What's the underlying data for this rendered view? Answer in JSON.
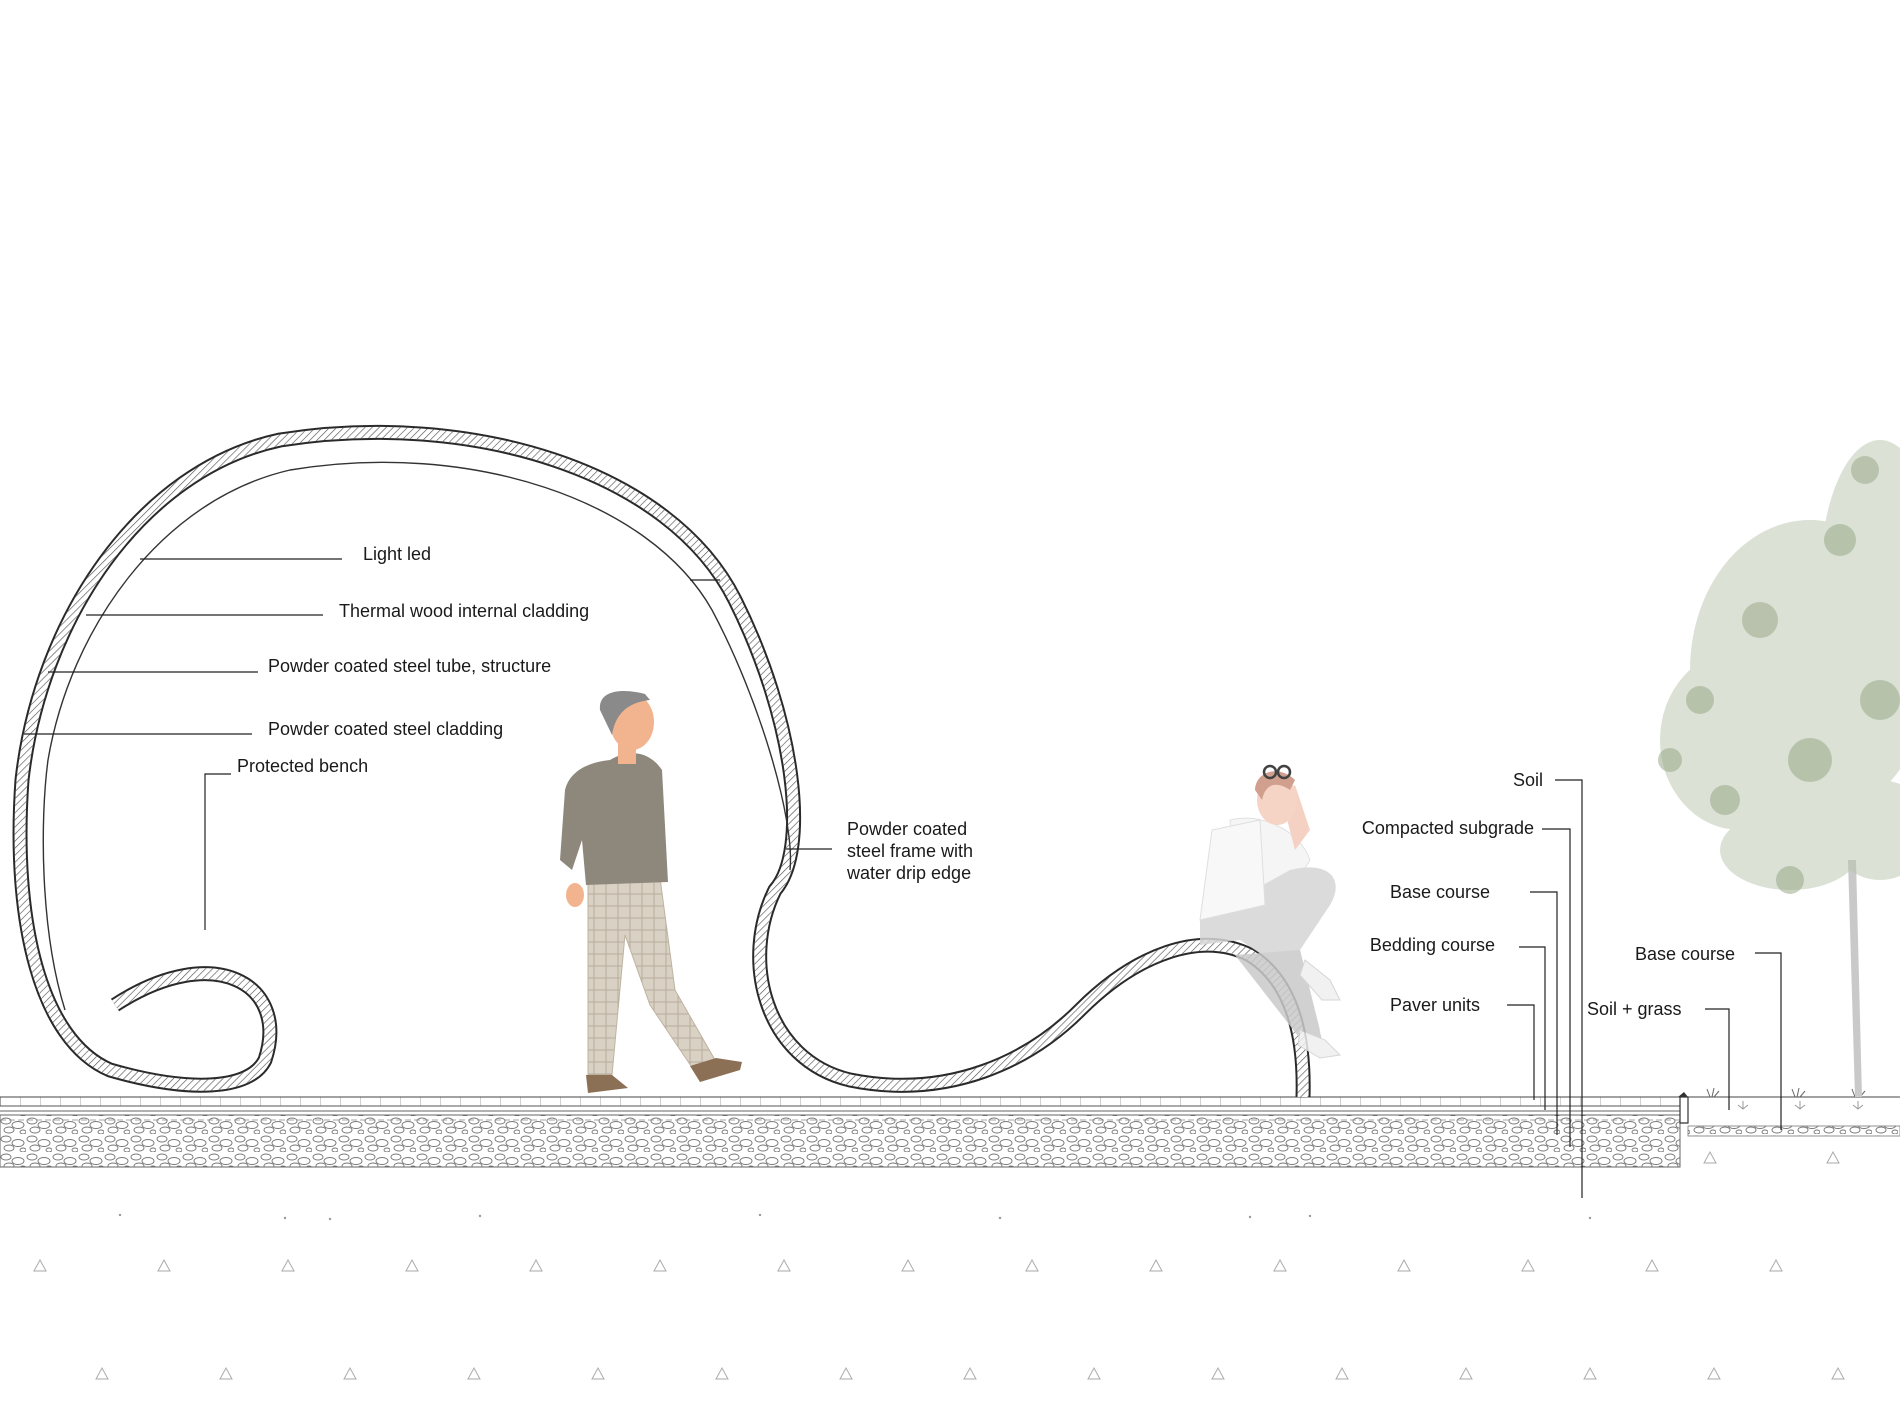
{
  "labels": {
    "light_led": "Light led",
    "thermal_wood": "Thermal wood internal cladding",
    "steel_tube": "Powder coated steel tube, structure",
    "steel_cladding": "Powder coated steel cladding",
    "protected_bench": "Protected bench",
    "steel_frame": [
      "Powder coated",
      "steel frame with",
      "water drip edge"
    ],
    "soil": "Soil",
    "compacted_subgrade": "Compacted subgrade",
    "base_course_left": "Base course",
    "bedding_course": "Bedding course",
    "paver_units": "Paver units",
    "soil_grass": "Soil + grass",
    "base_course_right": "Base course"
  },
  "colors": {
    "line": "#222222",
    "hatch": "#555555",
    "man_skin": "#f2b48e",
    "man_sweater": "#8e877c",
    "man_trousers": "#d7cfc1",
    "woman_figure": "#e6e6e6",
    "tree": "#b9c4ac"
  }
}
